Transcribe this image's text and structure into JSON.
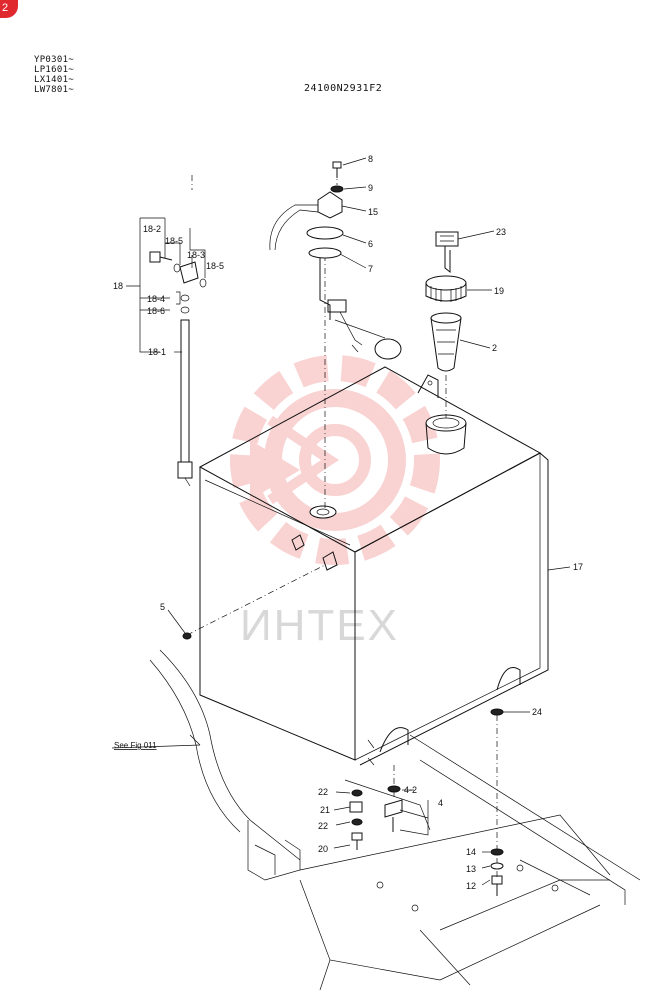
{
  "badge": {
    "text": "2",
    "color": "#e0282f"
  },
  "header": {
    "serial_ranges": [
      "YP0301~",
      "LP1601~",
      "LX1401~",
      "LW7801~"
    ],
    "drawing_code": "24100N2931F2"
  },
  "callouts": {
    "p8": "8",
    "p9": "9",
    "p15": "15",
    "p6": "6",
    "p7": "7",
    "p23": "23",
    "p19": "19",
    "p2": "2",
    "p17": "17",
    "p24": "24",
    "p18": "18",
    "p18_1": "18-1",
    "p18_2": "18-2",
    "p18_3": "18-3",
    "p18_4": "18-4",
    "p18_5a": "18-5",
    "p18_5b": "18-5",
    "p18_6": "18-6",
    "p5": "5",
    "p22a": "22",
    "p21": "21",
    "p22b": "22",
    "p20": "20",
    "p4": "4",
    "p4_2": "4-2",
    "p14": "14",
    "p13": "13",
    "p12": "12"
  },
  "reference": {
    "see_fig": "See Fig 011"
  },
  "watermark": {
    "text": "ИНТЕХ",
    "color": "#e85a5a"
  }
}
